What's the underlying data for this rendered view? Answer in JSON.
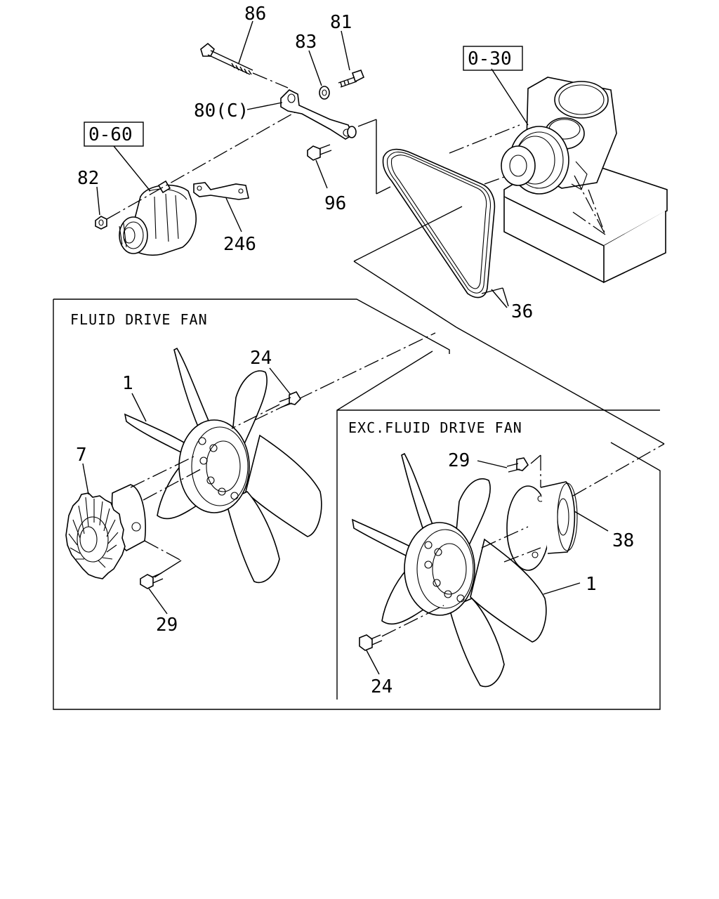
{
  "labels": {
    "l86": "86",
    "l81": "81",
    "l83": "83",
    "l80": "80(C)",
    "l060": "0-60",
    "l030": "0-30",
    "l82": "82",
    "l96": "96",
    "l246": "246",
    "l36": "36",
    "l24a": "24",
    "l1a": "1",
    "l7": "7",
    "l29a": "29",
    "l29b": "29",
    "l38": "38",
    "l1b": "1",
    "l24b": "24"
  },
  "captions": {
    "fluid": "FLUID DRIVE FAN",
    "exc": "EXC.FLUID DRIVE FAN"
  }
}
